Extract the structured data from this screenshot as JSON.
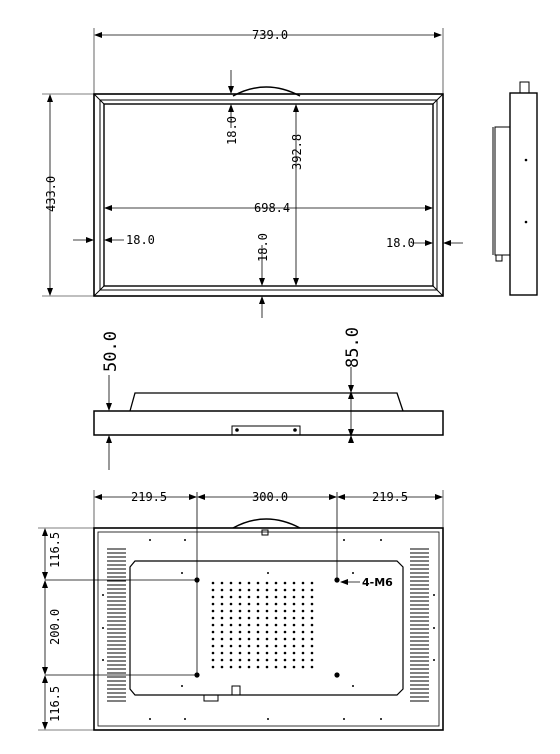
{
  "front_view": {
    "overall_width": "739.0",
    "overall_height": "433.0",
    "screen_width": "698.4",
    "screen_height": "392.8",
    "bezel_top": "18.0",
    "bezel_bottom": "18.0",
    "bezel_left": "18.0",
    "bezel_right": "18.0"
  },
  "bottom_view": {
    "depth_min": "50.0",
    "depth_max": "85.0"
  },
  "rear_view": {
    "edge_left": "219.5",
    "vesa_horizontal": "300.0",
    "edge_right": "219.5",
    "edge_top": "116.5",
    "vesa_vertical": "200.0",
    "edge_bottom": "116.5",
    "screw_spec": "4-M6"
  }
}
